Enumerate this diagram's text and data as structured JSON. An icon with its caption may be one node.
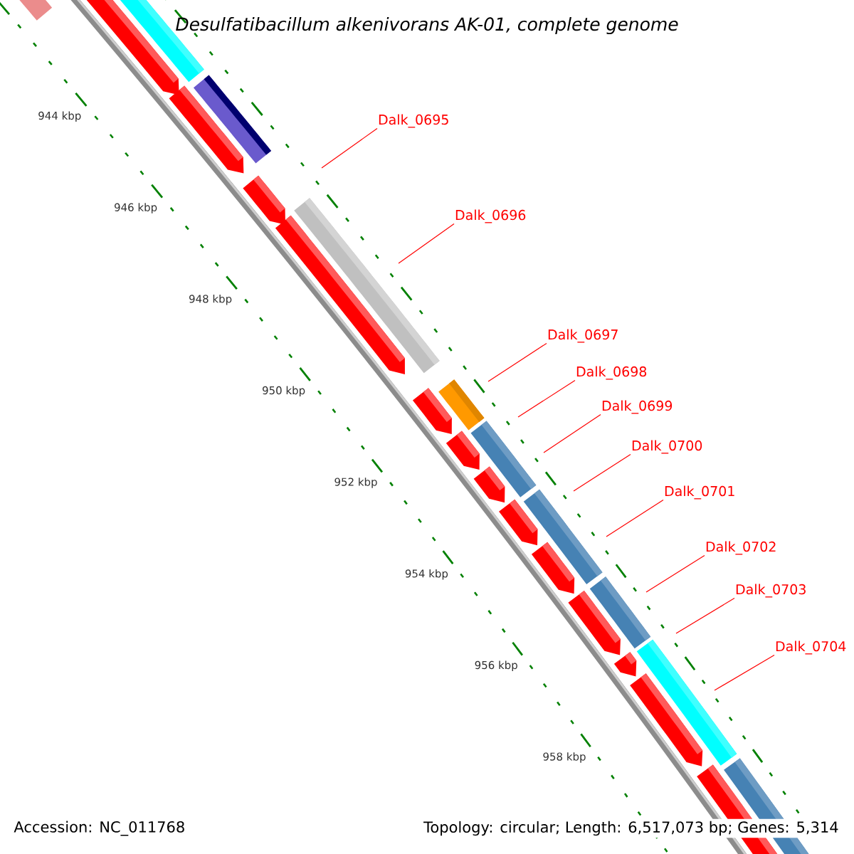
{
  "diagram": {
    "title": "Desulfatibacillum alkenivorans AK-01, complete genome",
    "nodes": [
      {
        "text": [
          "Dalk_0695"
        ]
      },
      {
        "text": [
          "Dalk_0696"
        ]
      },
      {
        "text": [
          "Dalk_0697"
        ]
      },
      {
        "text": [
          "Dalk_0698"
        ]
      },
      {
        "text": [
          "Dalk_0699"
        ]
      },
      {
        "text": [
          "Dalk_0700"
        ]
      },
      {
        "text": [
          "Dalk_0701"
        ]
      },
      {
        "text": [
          "Dalk_0702"
        ]
      },
      {
        "text": [
          "Dalk_0703"
        ]
      },
      {
        "text": [
          "Dalk_0704"
        ]
      }
    ],
    "edges": [
      {
        "from": 0,
        "to": null,
        "arrow": "none"
      },
      {
        "from": 1,
        "to": null,
        "arrow": "none"
      },
      {
        "from": 2,
        "to": null,
        "arrow": "none"
      },
      {
        "from": 3,
        "to": null,
        "arrow": "none"
      },
      {
        "from": 4,
        "to": null,
        "arrow": "none"
      },
      {
        "from": 5,
        "to": null,
        "arrow": "none"
      },
      {
        "from": 6,
        "to": null,
        "arrow": "none"
      },
      {
        "from": 7,
        "to": null,
        "arrow": "none"
      },
      {
        "from": 8,
        "to": null,
        "arrow": "none"
      },
      {
        "from": 9,
        "to": null,
        "arrow": "none"
      }
    ],
    "labels": [
      "944 kbp",
      "946 kbp",
      "948 kbp",
      "950 kbp",
      "952 kbp",
      "954 kbp",
      "956 kbp",
      "958 kbp",
      "Accession: NC_011768",
      "Topology: circular; Length: 6,517,073 bp; Genes: 5,314"
    ]
  }
}
